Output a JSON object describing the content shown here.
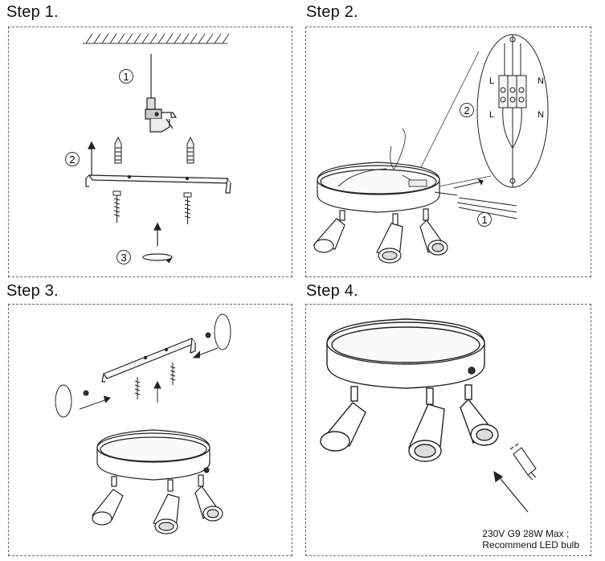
{
  "steps": [
    {
      "title": "Step 1.",
      "callouts": [
        "1",
        "2",
        "3"
      ]
    },
    {
      "title": "Step 2.",
      "callouts": [
        "2",
        "1"
      ],
      "wire_labels": {
        "l_top": "L",
        "n_top": "N",
        "l_bottom": "L",
        "n_bottom": "N"
      }
    },
    {
      "title": "Step 3."
    },
    {
      "title": "Step 4.",
      "bulb_note": {
        "line1": "230V G9 28W Max ;",
        "line2": "Recommend LED bulb"
      }
    }
  ]
}
